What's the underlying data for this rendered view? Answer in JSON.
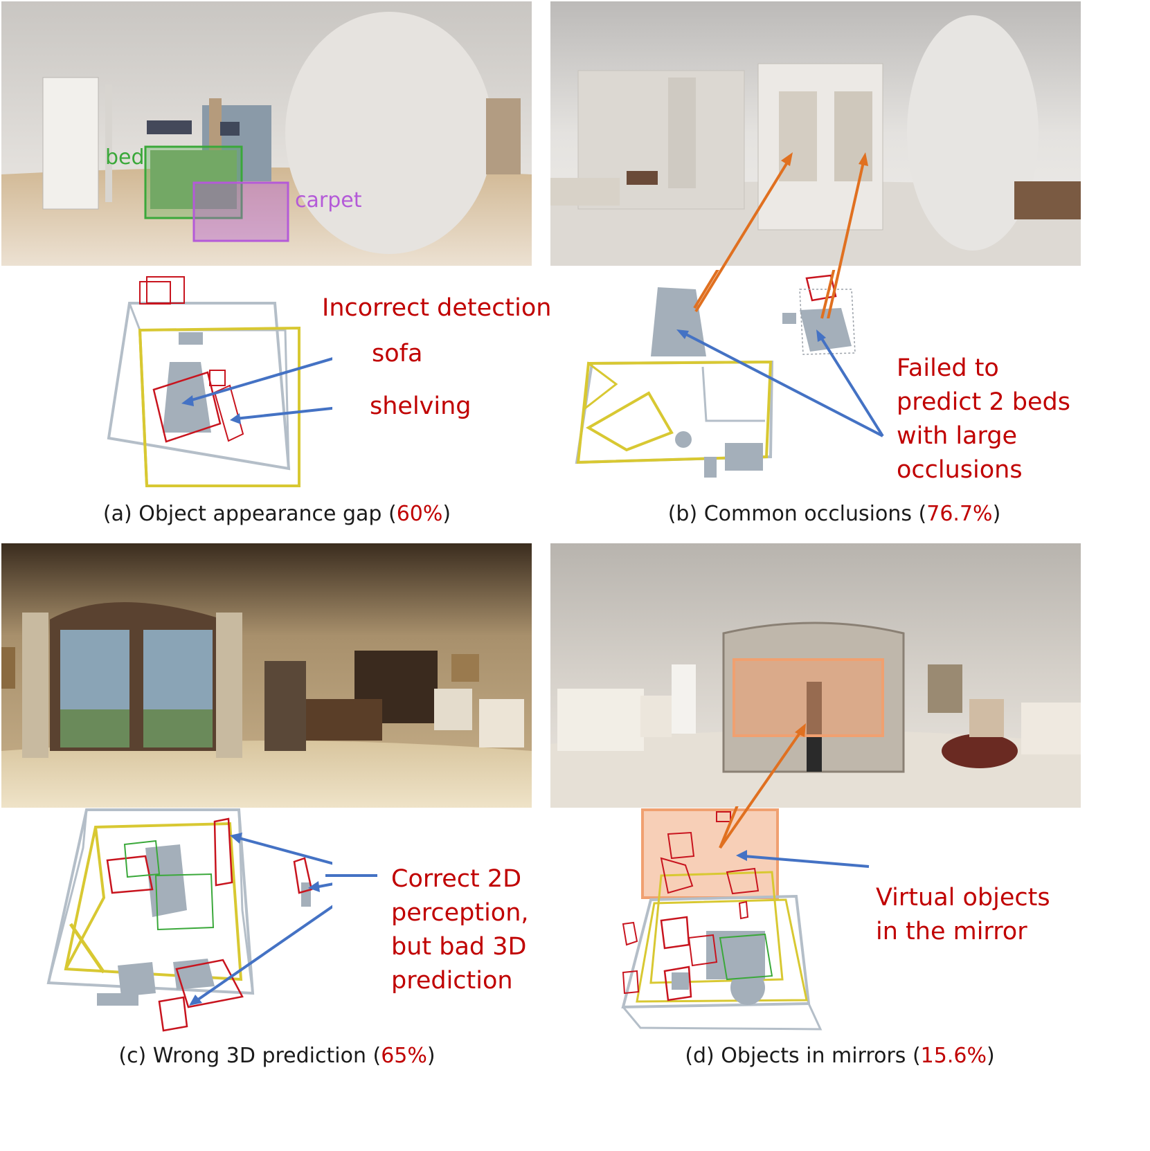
{
  "panels": [
    {
      "id": "a",
      "caption_prefix": "(a) Object appearance gap (",
      "caption_pct": "60%",
      "caption_suffix": ")",
      "labels_2d": [
        {
          "text": "bed",
          "color": "#3aa83a"
        },
        {
          "text": "carpet",
          "color": "#b45ad8"
        }
      ],
      "annotations": [
        "Incorrect detection",
        "sofa",
        "shelving"
      ]
    },
    {
      "id": "b",
      "caption_prefix": "(b) Common occlusions (",
      "caption_pct": "76.7%",
      "caption_suffix": ")",
      "annotations": [
        "Failed to",
        "predict 2 beds",
        "with large",
        "occlusions"
      ]
    },
    {
      "id": "c",
      "caption_prefix": "(c) Wrong 3D prediction (",
      "caption_pct": "65%",
      "caption_suffix": ")",
      "annotations": [
        "Correct 2D",
        "perception,",
        "but bad 3D",
        "prediction"
      ]
    },
    {
      "id": "d",
      "caption_prefix": "(d) Objects in mirrors (",
      "caption_pct": "15.6%",
      "caption_suffix": ")",
      "annotations": [
        "Virtual objects",
        "in the mirror"
      ]
    }
  ],
  "colors": {
    "prediction_box": "#c8141e",
    "ground_truth_box": "#3aa83a",
    "room_layout_pred": "#d8c832",
    "room_layout_gt": "#b4bec8",
    "arrow_blue": "#4472c4",
    "arrow_orange": "#e07020",
    "annotation_text": "#c00000"
  }
}
